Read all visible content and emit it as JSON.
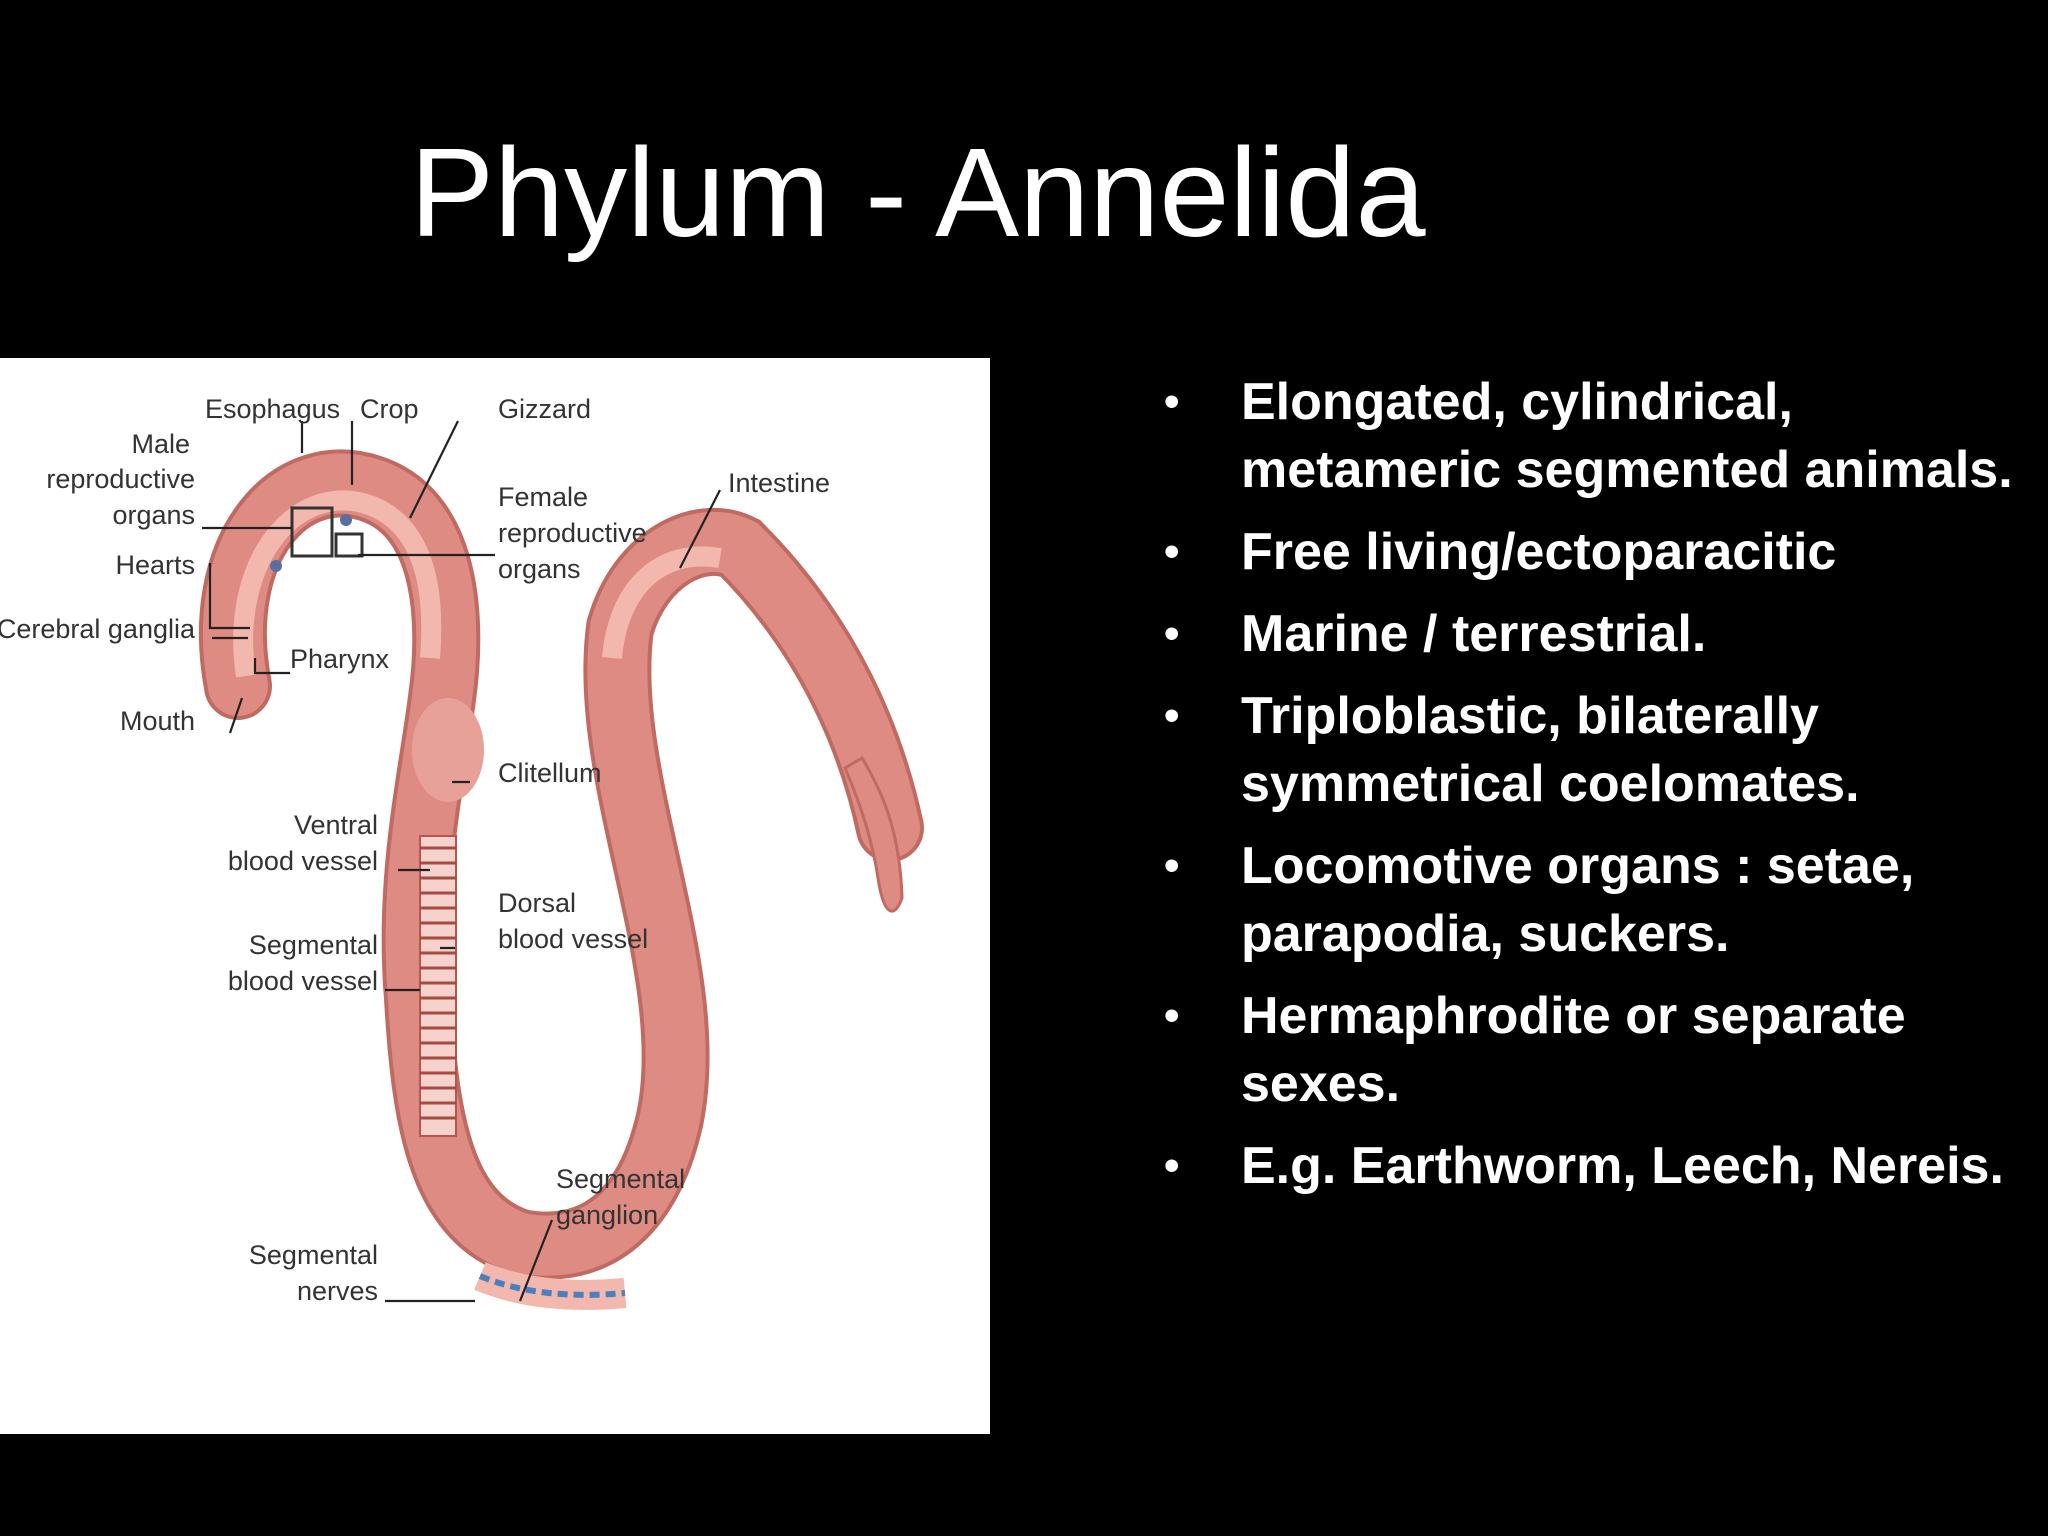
{
  "slide": {
    "title": "Phylum - Annelida",
    "bullet_symbol": "•",
    "bullets": [
      "Elongated, cylindrical, metameric segmented animals.",
      "Free living/ectoparacitic",
      "Marine / terrestrial.",
      "Triploblastic, bilaterally symmetrical coelomates.",
      "Locomotive organs : setae, parapodia, suckers.",
      "Hermaphrodite or separate sexes.",
      "E.g. Earthworm, Leech, Nereis."
    ]
  },
  "diagram": {
    "labels": {
      "esophagus": "Esophagus",
      "crop": "Crop",
      "gizzard": "Gizzard",
      "male_reproductive_1": "Male",
      "male_reproductive_2": "reproductive",
      "male_reproductive_3": "organs",
      "female_reproductive_1": "Female",
      "female_reproductive_2": "reproductive",
      "female_reproductive_3": "organs",
      "intestine": "Intestine",
      "hearts": "Hearts",
      "cerebral_ganglia": "Cerebral ganglia",
      "pharynx": "Pharynx",
      "mouth": "Mouth",
      "clitellum": "Clitellum",
      "ventral_1": "Ventral",
      "ventral_2": "blood vessel",
      "dorsal_1": "Dorsal",
      "dorsal_2": "blood vessel",
      "segmental_bv_1": "Segmental",
      "segmental_bv_2": "blood vessel",
      "segmental_ganglion_1": "Segmental",
      "segmental_ganglion_2": "ganglion",
      "segmental_nerves_1": "Segmental",
      "segmental_nerves_2": "nerves"
    }
  },
  "colors": {
    "background": "#000000",
    "text": "#ffffff",
    "panel": "#ffffff",
    "worm_body": "#de8b83",
    "worm_outline": "#c06a62",
    "worm_inner": "#f2b8ae",
    "nerve": "#4a7fc0"
  }
}
